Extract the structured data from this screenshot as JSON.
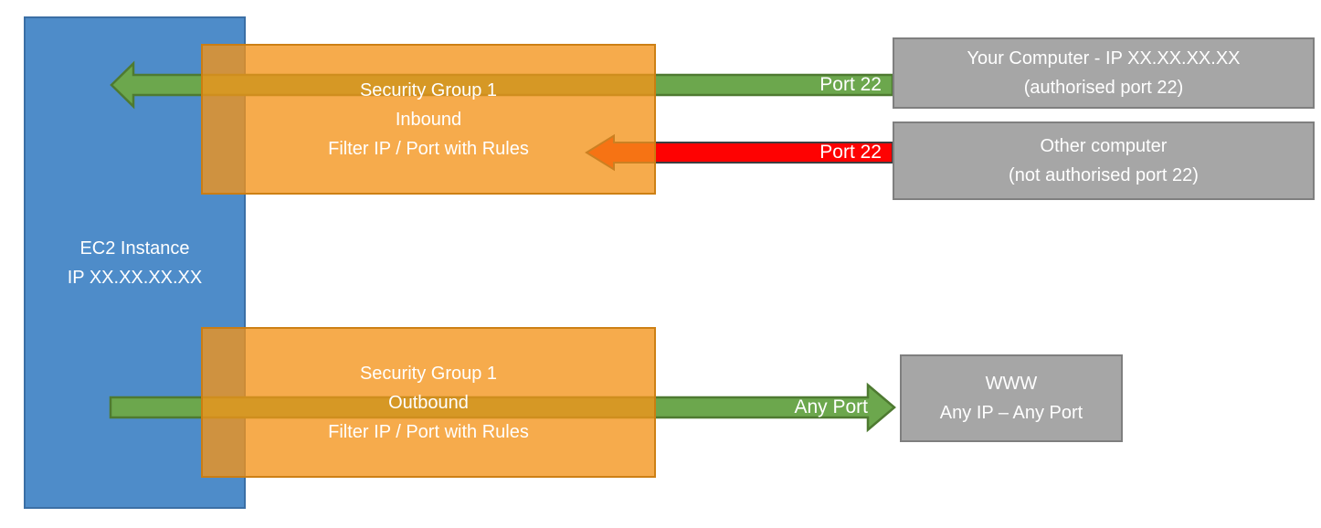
{
  "ec2": {
    "line1": "EC2 Instance",
    "line2": "IP XX.XX.XX.XX"
  },
  "sg_inbound": {
    "line1": "Security Group 1",
    "line2": "Inbound",
    "line3": "Filter IP / Port with Rules"
  },
  "sg_outbound": {
    "line1": "Security Group 1",
    "line2": "Outbound",
    "line3": "Filter IP / Port with Rules"
  },
  "your_computer": {
    "line1": "Your Computer - IP XX.XX.XX.XX",
    "line2": "(authorised port 22)"
  },
  "other_computer": {
    "line1": "Other computer",
    "line2": "(not authorised port 22)"
  },
  "www": {
    "line1": "WWW",
    "line2": "Any IP – Any Port"
  },
  "arrow_labels": {
    "inbound_allowed": "Port 22",
    "inbound_blocked": "Port 22",
    "outbound": "Any Port"
  },
  "colors": {
    "ec2_fill": "#4E8CC9",
    "ec2_border": "#3B6FA5",
    "security_group_fill": "rgba(243,148,25,0.78)",
    "security_group_border": "rgba(201,123,16,0.9)",
    "endpoint_fill": "#A6A6A6",
    "endpoint_border": "#7F7F7F",
    "allowed_arrow_fill": "#6CA74D",
    "allowed_arrow_border": "#4E7A31",
    "blocked_arrow_fill": "#FE0202",
    "blocked_arrow_border": "#3E3E40",
    "text": "#FFFFFF"
  }
}
